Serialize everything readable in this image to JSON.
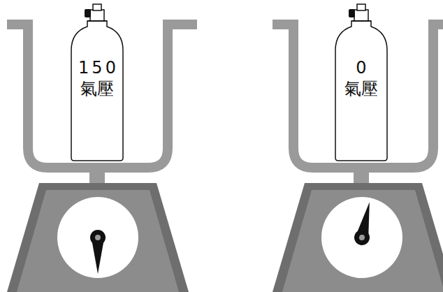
{
  "diagram": {
    "nodes": [
      {
        "text": [
          "150",
          "氣壓"
        ]
      },
      {
        "text": [
          "0",
          "氣壓"
        ]
      }
    ]
  }
}
